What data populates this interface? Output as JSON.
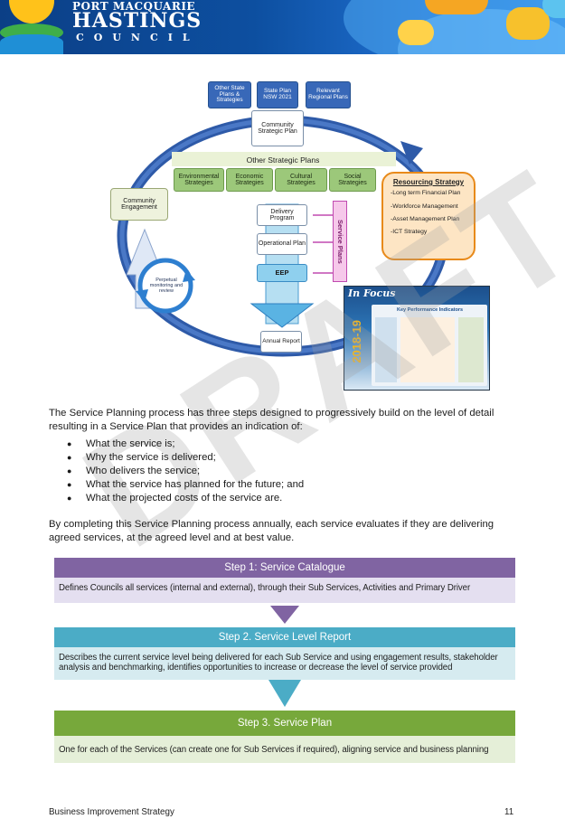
{
  "header": {
    "council_line1": "PORT MACQUARIE",
    "council_line2": "HASTINGS",
    "council_line3": "COUNCIL"
  },
  "diagram": {
    "top_boxes": [
      "Other State Plans & Strategies",
      "State Plan NSW 2021",
      "Relevant Regional Plans"
    ],
    "community_strategic_plan": "Community Strategic Plan",
    "other_strategic_plans_title": "Other Strategic Plans",
    "strategies": [
      "Environmental Strategies",
      "Economic Strategies",
      "Cultural Strategies",
      "Social Strategies"
    ],
    "community_engagement": "Community Engagement",
    "delivery_program": "Delivery Program",
    "operational_plan": "Operational Plan",
    "eep": "EEP",
    "service_plans": "Service Plans",
    "annual_report": "Annual Report",
    "perpetual_monitoring": "Perpetual monitoring and review",
    "resourcing": {
      "title": "Resourcing Strategy",
      "items": [
        "-Long term Financial Plan",
        "-Workforce Management",
        "-Asset Management Plan",
        "-ICT Strategy"
      ]
    },
    "infocus": {
      "title": "In Focus",
      "year": "2018-19",
      "heading": "Key Performance Indicators"
    }
  },
  "body": {
    "intro": "The Service Planning process has three steps designed to progressively build on the level of detail resulting in a Service Plan that provides an indication of:",
    "bullets": [
      "What the service is;",
      "Why the service is delivered;",
      "Who delivers the service;",
      "What the service has planned for the future; and",
      "What the projected costs of the service are."
    ],
    "closing": "By completing this Service Planning process annually, each service evaluates if they are delivering agreed services, at the agreed level and at best value."
  },
  "steps": [
    {
      "title": "Step 1: Service Catalogue",
      "body": "Defines Councils all services (internal and external), through their Sub Services, Activities and Primary Driver",
      "color": "#8064a2",
      "body_color": "#e4dff0"
    },
    {
      "title": "Step 2. Service Level Report",
      "body": "Describes the current service level being delivered for each Sub Service and using engagement results, stakeholder analysis and benchmarking, identifies opportunities to increase or decrease the level of service provided",
      "color": "#4bacc6",
      "body_color": "#d6ebf0"
    },
    {
      "title": "Step 3. Service Plan",
      "body": "One for each of the Services (can create one for Sub Services if required), aligning service and business planning",
      "color": "#77a83b",
      "body_color": "#e5efd8"
    }
  ],
  "footer": {
    "left": "Business Improvement Strategy",
    "page_number": "11"
  },
  "watermark": "DRAFT"
}
